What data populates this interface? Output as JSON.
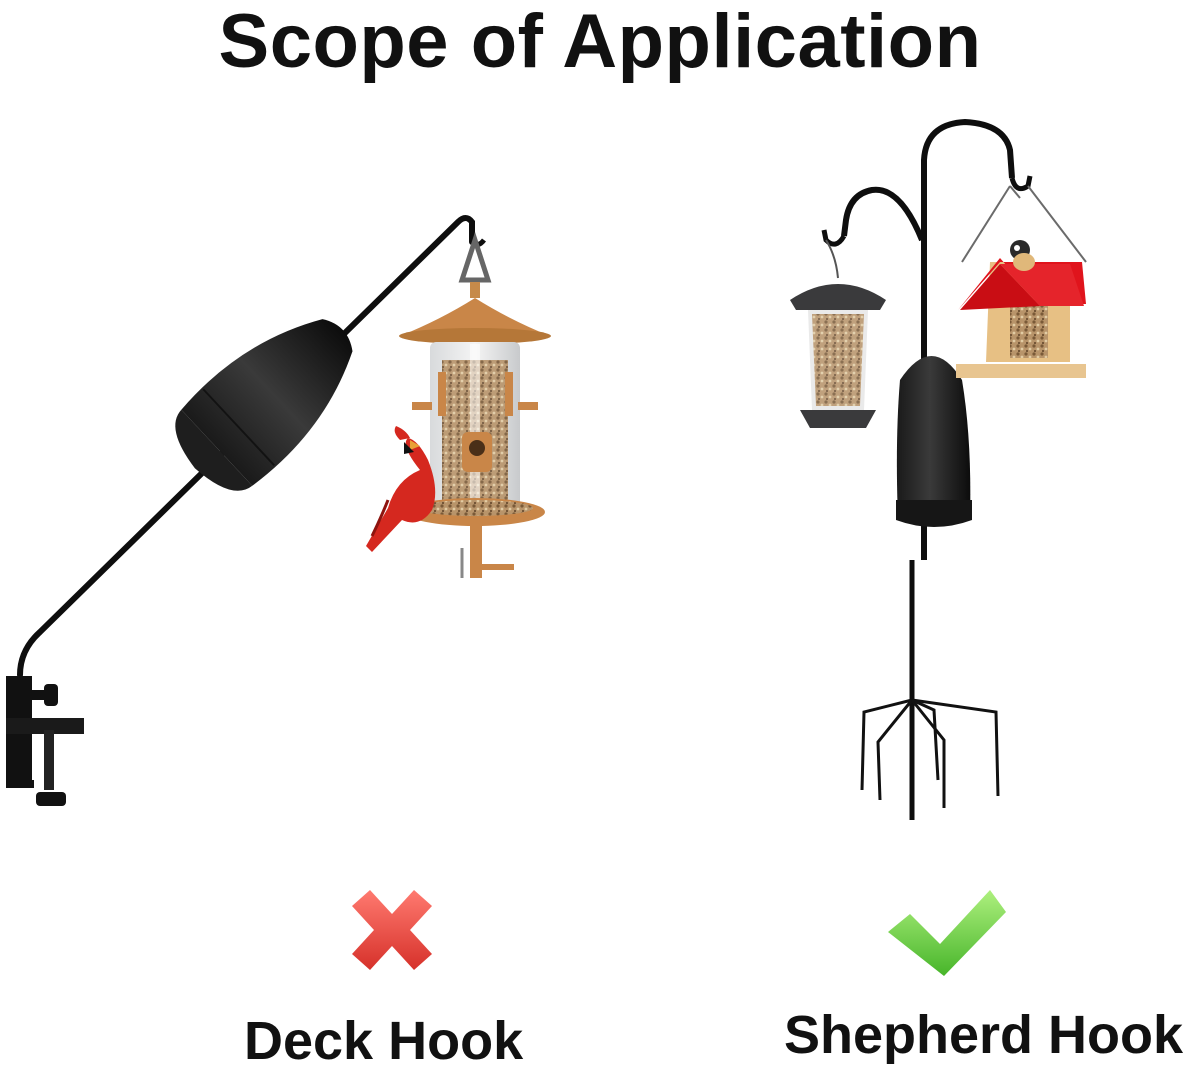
{
  "title": "Scope of Application",
  "options": [
    {
      "label": "Deck Hook",
      "verdict": "cross-icon",
      "color": "#e8423c"
    },
    {
      "label": "Shepherd Hook",
      "verdict": "check-icon",
      "color": "#5cc93a"
    }
  ]
}
